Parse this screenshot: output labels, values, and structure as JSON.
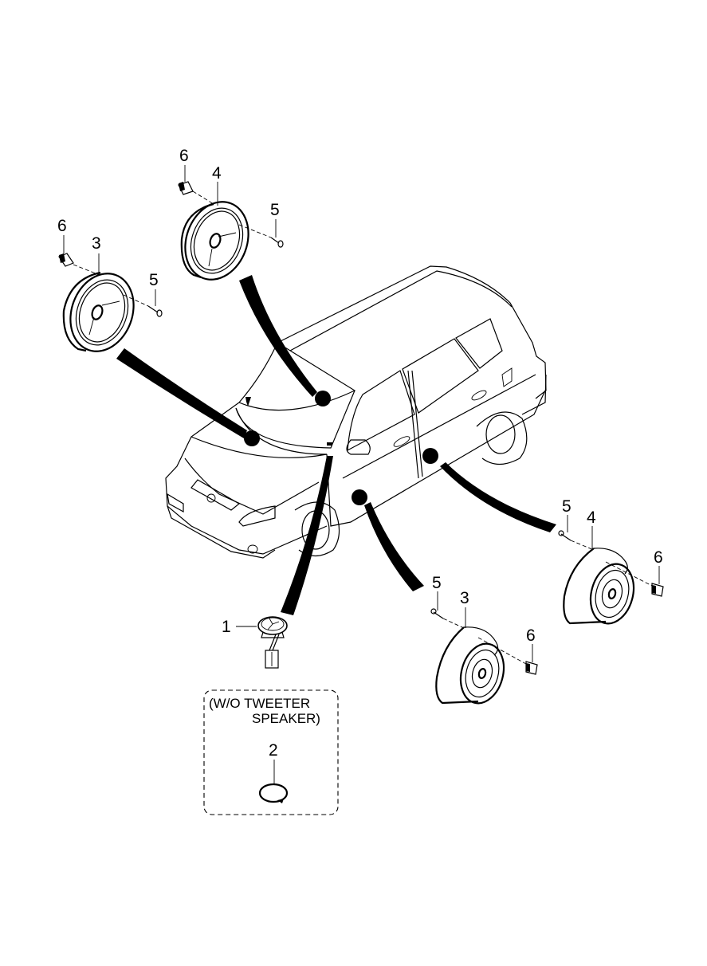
{
  "diagram": {
    "title": "Speaker installation - exploded parts view",
    "colors": {
      "line": "#000000",
      "background": "#ffffff"
    },
    "callouts": {
      "tweeter": "1",
      "tweeter_cover": "2",
      "front_left_speaker": "3",
      "front_left_clip": "6",
      "front_left_screw": "5",
      "rear_left_speaker": "4",
      "rear_left_clip": "6",
      "rear_left_screw": "5",
      "front_door_speaker": "3",
      "front_door_screw": "5",
      "front_door_clip": "6",
      "rear_door_speaker": "4",
      "rear_door_screw": "5",
      "rear_door_clip": "6"
    },
    "note_box": {
      "line1": "(W/O TWEETER",
      "line2": "SPEAKER)"
    }
  }
}
